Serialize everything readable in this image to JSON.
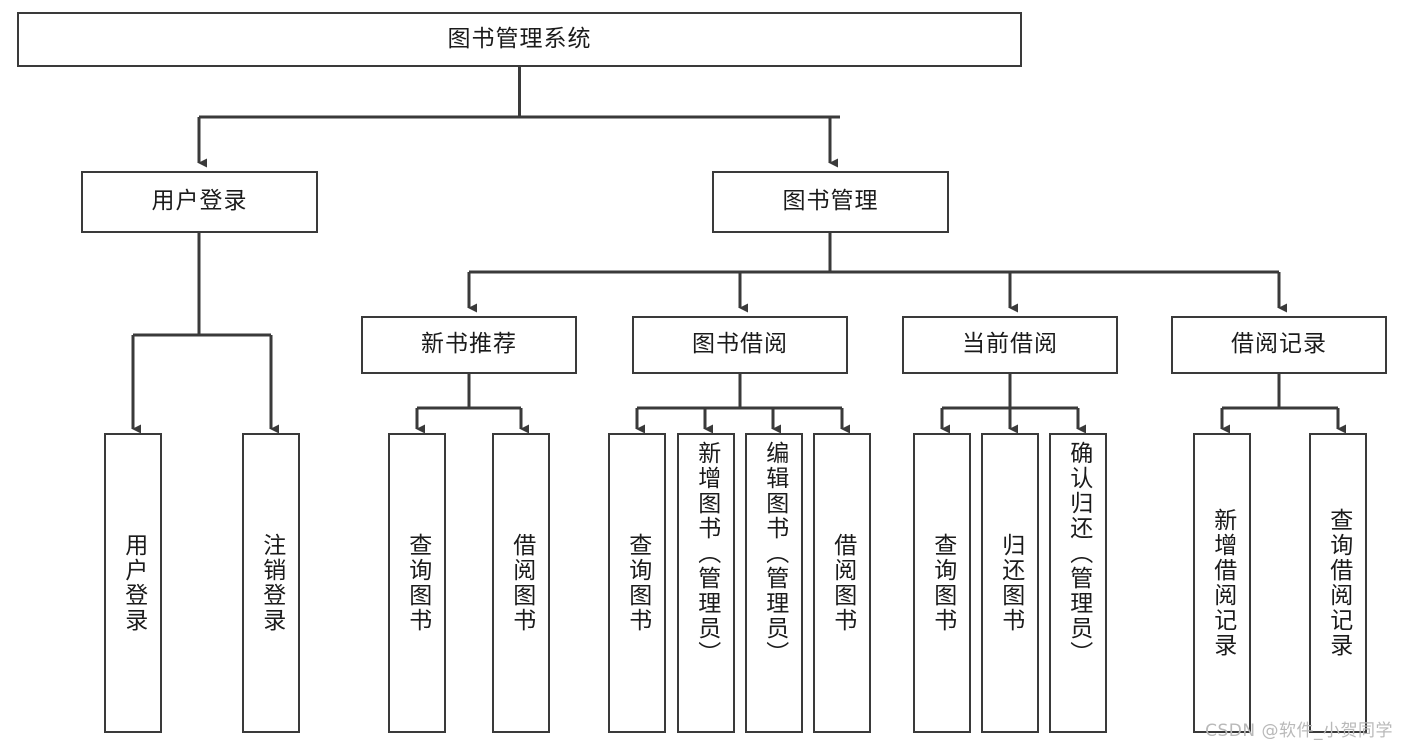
{
  "diagram": {
    "title": "图书管理系统",
    "type": "tree-hierarchy",
    "watermark": "CSDN @软件_小贺同学",
    "colors": {
      "box_border": "#3a3a3a",
      "box_fill": "#ffffff",
      "edge": "#3a3a3a",
      "text": "#1b1b1b",
      "watermark": "#b9b9b9",
      "background": "#ffffff"
    },
    "root": {
      "label": "图书管理系统"
    },
    "level2": [
      {
        "id": "user-login",
        "label": "用户登录"
      },
      {
        "id": "book-manage",
        "label": "图书管理"
      }
    ],
    "level3": [
      {
        "id": "new-book-recommend",
        "label": "新书推荐",
        "parent": "book-manage"
      },
      {
        "id": "book-borrow",
        "label": "图书借阅",
        "parent": "book-manage"
      },
      {
        "id": "current-borrow",
        "label": "当前借阅",
        "parent": "book-manage"
      },
      {
        "id": "borrow-record",
        "label": "借阅记录",
        "parent": "book-manage"
      }
    ],
    "leaves": [
      {
        "id": "leaf-user-login",
        "label": "用户登录",
        "parent": "user-login"
      },
      {
        "id": "leaf-logout-login",
        "label": "注销登录",
        "parent": "user-login"
      },
      {
        "id": "leaf-query-book-1",
        "label": "查询图书",
        "parent": "new-book-recommend"
      },
      {
        "id": "leaf-borrow-book-1",
        "label": "借阅图书",
        "parent": "new-book-recommend"
      },
      {
        "id": "leaf-query-book-2",
        "label": "查询图书",
        "parent": "book-borrow"
      },
      {
        "id": "leaf-add-book",
        "label": "新增图书（管理员）",
        "parent": "book-borrow"
      },
      {
        "id": "leaf-edit-book",
        "label": "编辑图书（管理员）",
        "parent": "book-borrow"
      },
      {
        "id": "leaf-borrow-book-2",
        "label": "借阅图书",
        "parent": "book-borrow"
      },
      {
        "id": "leaf-query-book-3",
        "label": "查询图书",
        "parent": "current-borrow"
      },
      {
        "id": "leaf-return-book",
        "label": "归还图书",
        "parent": "current-borrow"
      },
      {
        "id": "leaf-confirm-return",
        "label": "确认归还（管理员）",
        "parent": "current-borrow"
      },
      {
        "id": "leaf-add-record",
        "label": "新增借阅记录",
        "parent": "borrow-record"
      },
      {
        "id": "leaf-query-record",
        "label": "查询借阅记录",
        "parent": "borrow-record"
      }
    ]
  }
}
